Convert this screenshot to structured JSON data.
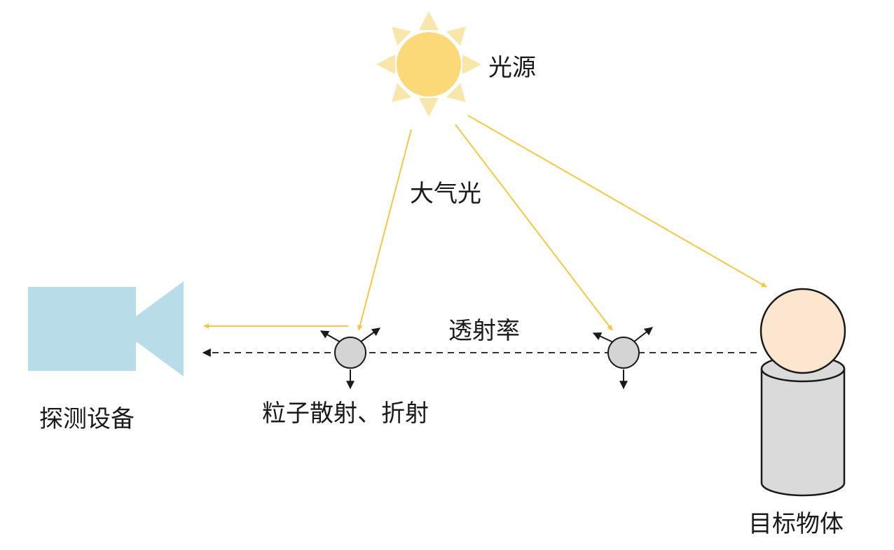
{
  "labels": {
    "light_source": "光源",
    "atmospheric_light": "大气光",
    "transmittance": "透射率",
    "detector": "探测设备",
    "particle": "粒子散射、折射",
    "target": "目标物体"
  },
  "colors": {
    "sun": "#fbd878",
    "sun_rays": "#f9e6ab",
    "light_arrow": "#f5c842",
    "camera": "#b9dde8",
    "particle_fill": "#d4d4d4",
    "target_head": "#fde6cf",
    "target_body": "#dadada",
    "line": "#1a1a1a"
  }
}
